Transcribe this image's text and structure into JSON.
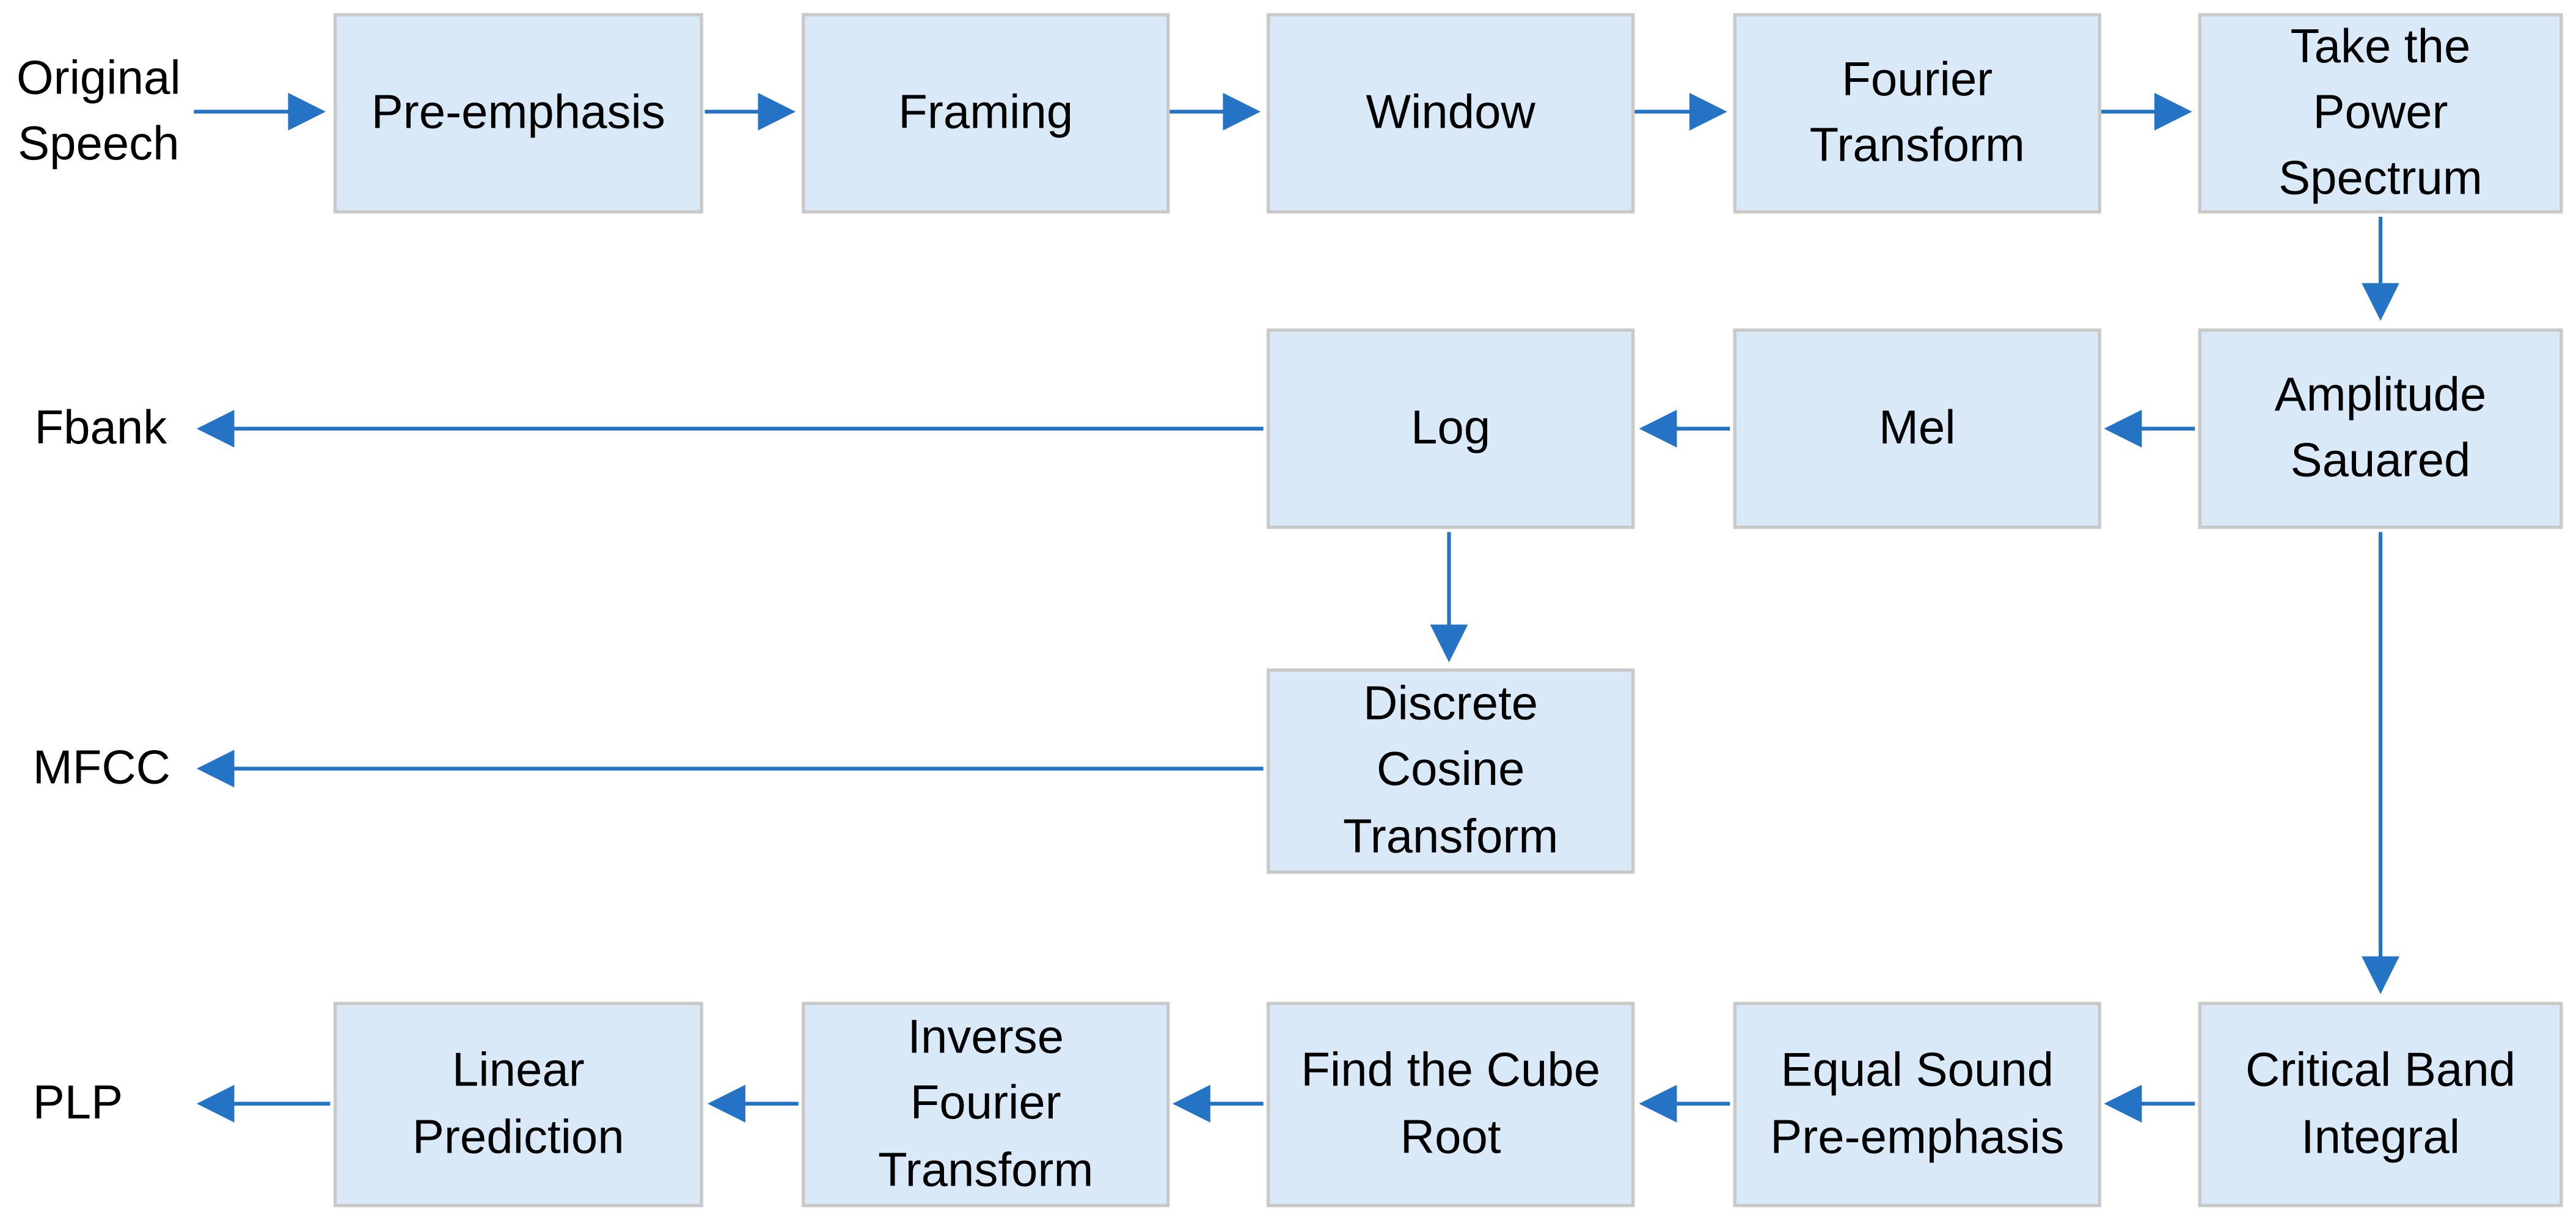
{
  "diagram": {
    "io_labels": {
      "original_speech": "Original Speech",
      "fbank": "Fbank",
      "mfcc": "MFCC",
      "plp": "PLP"
    },
    "nodes": {
      "pre_emphasis": "Pre-emphasis",
      "framing": "Framing",
      "window": "Window",
      "fourier_transform": "Fourier Transform",
      "take_power_spectrum": "Take the Power Spectrum",
      "amplitude_squared": "Amplitude Sauared",
      "mel": "Mel",
      "log": "Log",
      "discrete_cosine_transform": "Discrete Cosine Transform",
      "critical_band_integral": "Critical Band Integral",
      "equal_sound_pre_emphasis": "Equal Sound Pre-emphasis",
      "find_cube_root": "Find the Cube Root",
      "inverse_fourier_transform": "Inverse Fourier Transform",
      "linear_prediction": "Linear Prediction"
    },
    "colors": {
      "box_fill": "#d9e9f7",
      "box_border": "#c9c9c9",
      "arrow": "#2473c4",
      "text": "#000000",
      "background": "#ffffff"
    }
  }
}
